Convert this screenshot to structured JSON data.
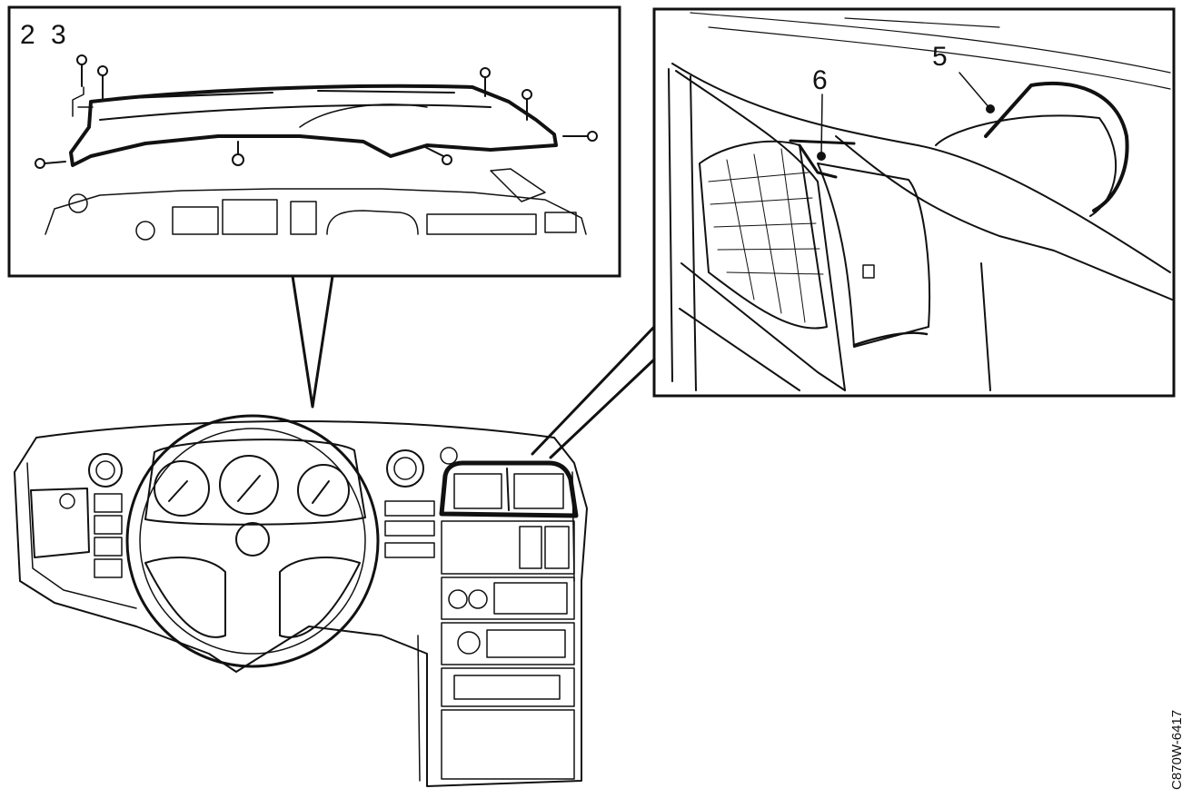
{
  "figure": {
    "reference_code": "C870W-6417",
    "left_inset": {
      "callouts": [
        "2",
        "3"
      ]
    },
    "right_inset": {
      "callouts": [
        "5",
        "6"
      ]
    }
  },
  "colors": {
    "ink": "#111111",
    "paper": "#ffffff"
  },
  "icons": [
    "screw-icon",
    "leader-arrow"
  ]
}
